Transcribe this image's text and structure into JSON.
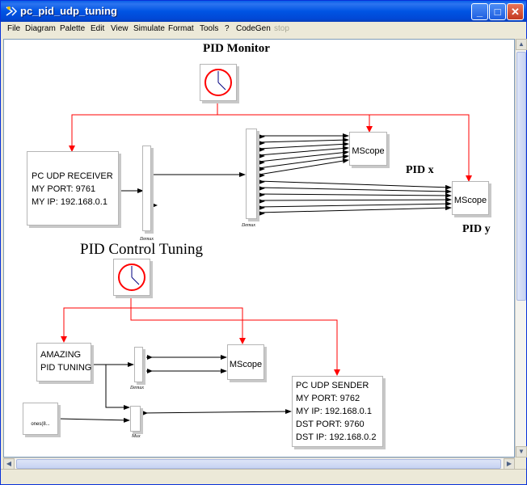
{
  "window": {
    "title": "pc_pid_udp_tuning",
    "buttons": {
      "minimize": "_",
      "maximize": "□",
      "close": "✕"
    }
  },
  "menu": {
    "items": [
      "File",
      "Diagram",
      "Palette",
      "Edit",
      "View",
      "Simulate",
      "Format",
      "Tools",
      "?",
      "CodeGen",
      "stop"
    ],
    "disabled": [
      "stop"
    ]
  },
  "diagram": {
    "labels": {
      "pid_monitor": "PID Monitor",
      "pid_control_tuning": "PID Control Tuning",
      "pid_x": "PID x",
      "pid_y": "PID y"
    },
    "blocks": {
      "udp_receiver": [
        "PC UDP RECEIVER",
        "MY PORT: 9761",
        "MY IP: 192.168.0.1"
      ],
      "mscope_x": "MScope",
      "mscope_y": "MScope",
      "mscope_tuning": "MScope",
      "amazing_pid": [
        "AMAZING",
        "PID TUNING"
      ],
      "udp_sender": [
        "PC UDP SENDER",
        "MY PORT: 9762",
        "MY IP: 192.168.0.1",
        "DST PORT: 9760",
        "DST IP: 192.168.0.2"
      ],
      "const_block": "ones(8..."
    },
    "mux_labels": {
      "demux_1": "Demux",
      "demux_2": "Demux",
      "demux_3": "Demux",
      "mux_1": "Mux"
    },
    "colors": {
      "event_link": "#ff0000",
      "data_link": "#000000",
      "clock_ring": "#ff0000",
      "clock_hand": "#000080"
    }
  }
}
